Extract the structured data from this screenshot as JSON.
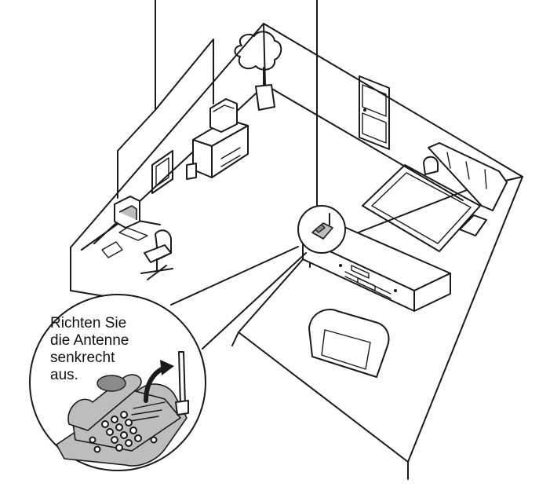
{
  "callout": {
    "lines": [
      "Richten Sie",
      "die Antenne",
      "senkrecht",
      "aus."
    ]
  },
  "colors": {
    "line": "#1a1a1a",
    "phone_body": "#bdbdbd",
    "phone_dark": "#8a8a8a"
  }
}
